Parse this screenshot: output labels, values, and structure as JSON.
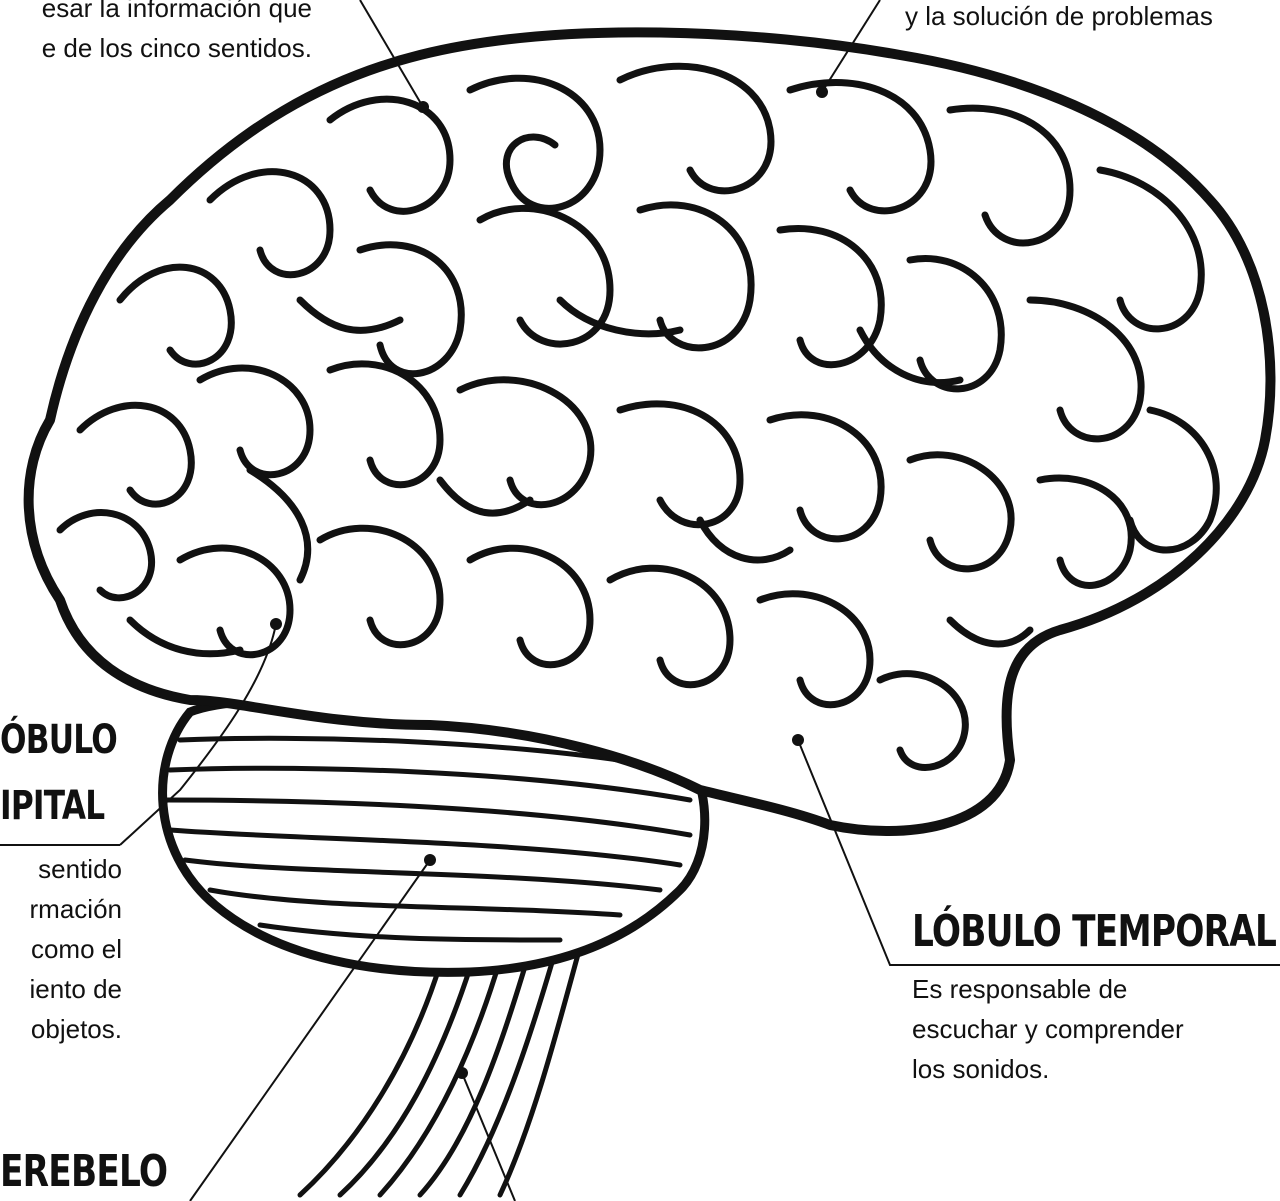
{
  "colors": {
    "ink": "#111111",
    "background": "#ffffff"
  },
  "labels": {
    "parietal_desc_line1": "esar la información que",
    "parietal_desc_line2": "e de los cinco sentidos.",
    "frontal_desc_line1": "y la solución de problemas",
    "occipital_title_line1": "ÓBULO",
    "occipital_title_line2": "IPITAL",
    "occipital_desc_line1": "sentido",
    "occipital_desc_line2": "rmación",
    "occipital_desc_line3": "como el",
    "occipital_desc_line4": "iento de",
    "occipital_desc_line5": "objetos.",
    "temporal_title": "LÓBULO TEMPORAL",
    "temporal_desc_line1": "Es responsable de",
    "temporal_desc_line2": "escuchar y comprender",
    "temporal_desc_line3": "los sonidos.",
    "cerebellum_title": "EREBELO"
  }
}
